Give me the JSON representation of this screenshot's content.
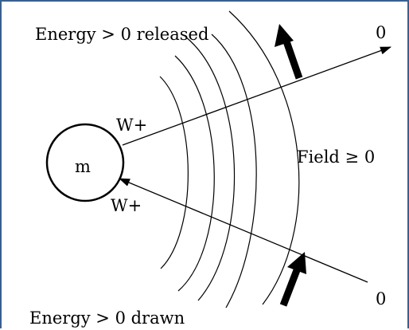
{
  "labels": {
    "top_left": "Energy > 0 released",
    "bottom_left": "Energy > 0 drawn",
    "top_right": "0",
    "bottom_right": "0",
    "mass": "m",
    "work_top": "W+",
    "work_bottom": "W+",
    "field": "Field ≥ 0"
  },
  "colors": {
    "border": "#3a5f8f",
    "ink": "#000000"
  }
}
